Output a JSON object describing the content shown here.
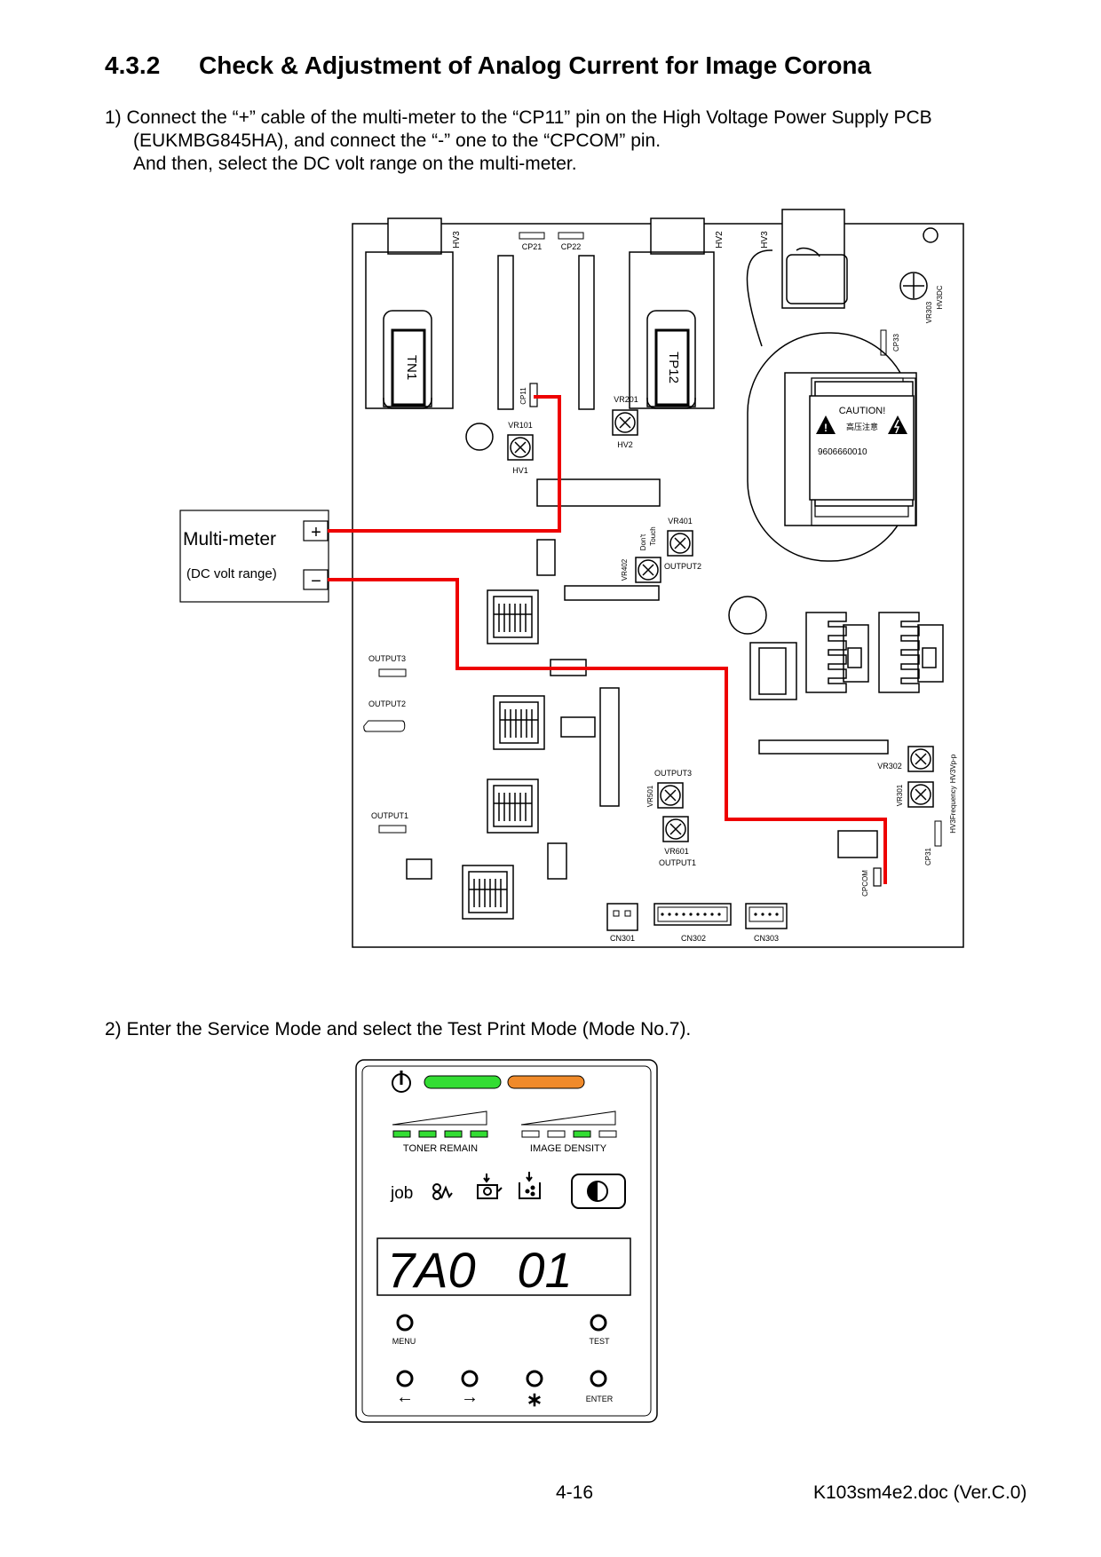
{
  "heading": {
    "number": "4.3.2",
    "title": "Check & Adjustment of Analog Current for Image Corona"
  },
  "step1": {
    "line1": "1)  Connect the “+” cable of the multi-meter to the “CP11” pin on the High Voltage Power Supply PCB",
    "line2": "(EUKMBG845HA), and connect the “-” one to the “CPCOM” pin.",
    "line3": "And then, select the DC volt range on the multi-meter."
  },
  "pcb": {
    "labels": {
      "hv3_left": "HV3",
      "cp21": "CP21",
      "cp22": "CP22",
      "hv2": "HV2",
      "hv3_right": "HV3",
      "tn1": "TN1",
      "tp12": "TP12",
      "cp11": "CP11",
      "vr101": "VR101",
      "hv1": "HV1",
      "vr201": "VR201",
      "hv2_vr": "HV2",
      "cp33": "CP33",
      "vr303": "VR303",
      "hv3dc": "HV3DC",
      "caution": "CAUTION!",
      "caution_cn": "高压注意",
      "part_no": "9606660010",
      "vr401": "VR401",
      "dont": "Don't",
      "touch": "Touch",
      "vr402": "VR402",
      "output2_vr": "OUTPUT2",
      "output3_left": "OUTPUT3",
      "output2_left": "OUTPUT2",
      "output1_left": "OUTPUT1",
      "output3_mid": "OUTPUT3",
      "vr501": "VR501",
      "vr601": "VR601",
      "output1_mid": "OUTPUT1",
      "vr302": "VR302",
      "vr301": "VR301",
      "hv3vpp": "HV3Vp-p",
      "hv3freq": "HV3Frequency",
      "cp31": "CP31",
      "cpcom": "CPCOM",
      "cn301": "CN301",
      "cn302": "CN302",
      "cn303": "CN303"
    }
  },
  "multimeter": {
    "title": "Multi-meter",
    "range": "(DC volt range)",
    "plus": "+",
    "minus": "−"
  },
  "step2": "2)  Enter the Service Mode and select the Test Print Mode (Mode No.7).",
  "panel": {
    "toner_label": "TONER REMAIN",
    "density_label": "IMAGE DENSITY",
    "job_label": "job",
    "display": "7A0   01",
    "menu_label": "MENU",
    "test_label": "TEST",
    "left_arrow": "←",
    "right_arrow": "→",
    "star": "∗",
    "enter_label": "ENTER",
    "colors": {
      "green": "#33dd33",
      "orange": "#f08a2a",
      "wire": "#ee0000"
    }
  },
  "footer": {
    "page": "4-16",
    "doc": "K103sm4e2.doc (Ver.C.0)"
  }
}
